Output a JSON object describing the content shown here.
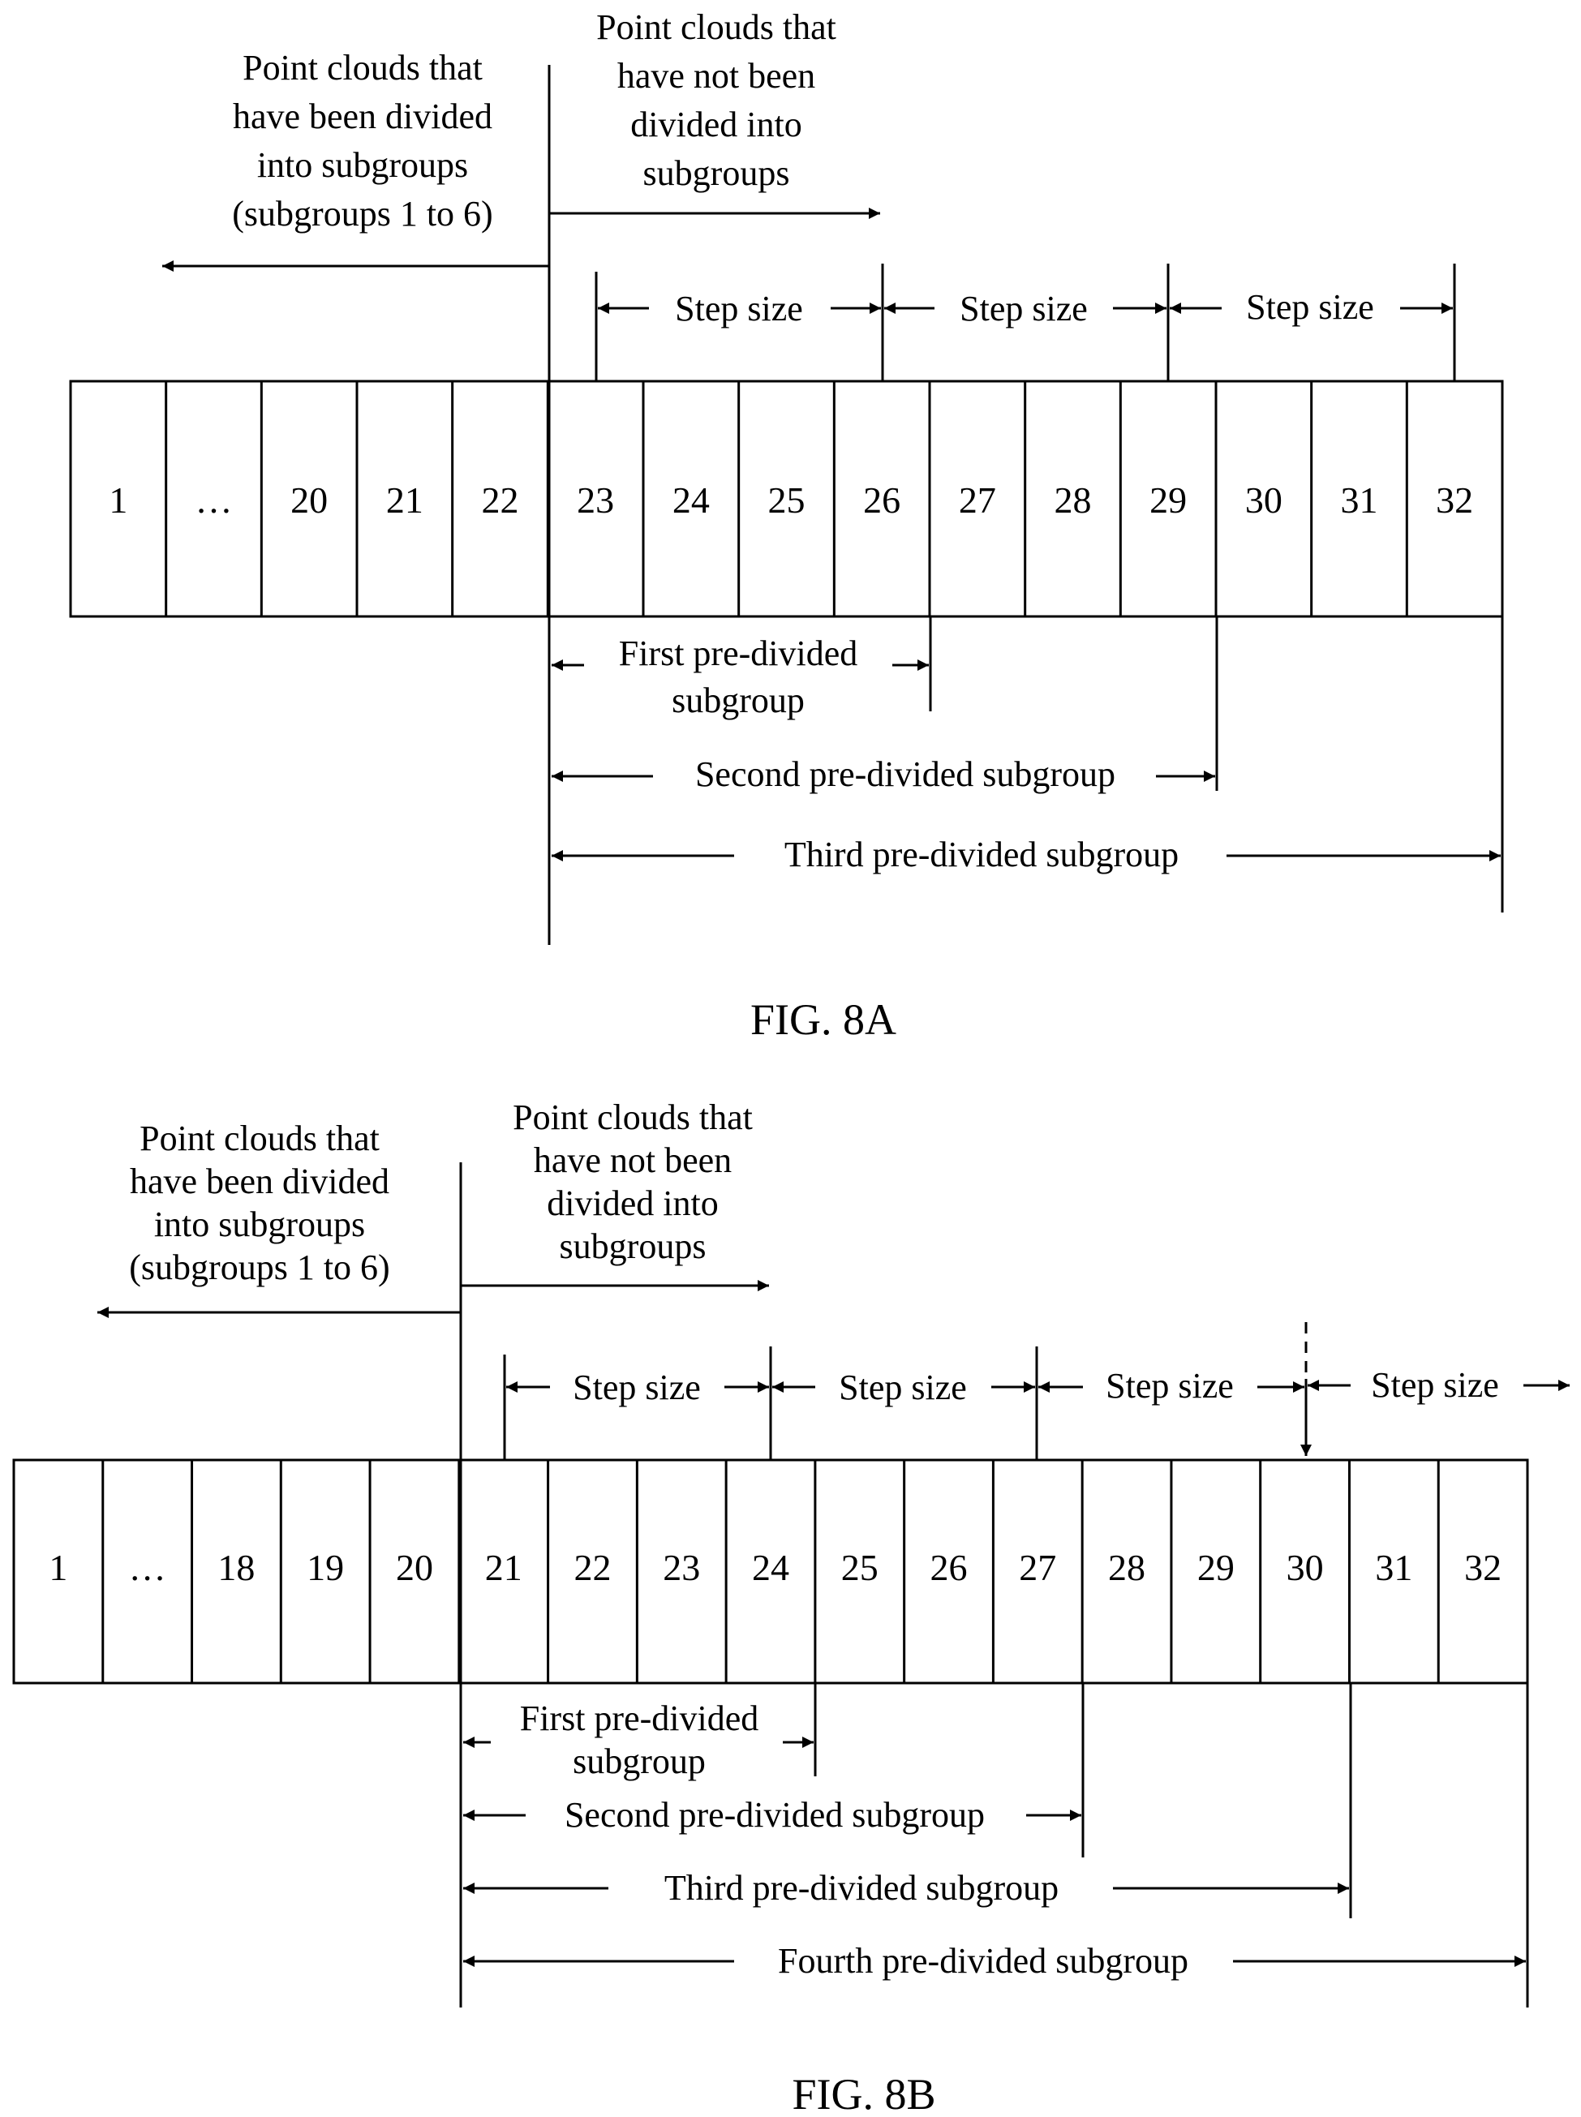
{
  "fig_a": {
    "divided_label": [
      "Point clouds that",
      "have been divided",
      "into subgroups",
      "(subgroups 1 to 6)"
    ],
    "undivided_label": [
      "Point clouds that",
      "have not been",
      "divided into",
      "subgroups"
    ],
    "step_labels": [
      "Step size",
      "Step size",
      "Step size"
    ],
    "cells": [
      "1",
      "…",
      "20",
      "21",
      "22",
      "23",
      "24",
      "25",
      "26",
      "27",
      "28",
      "29",
      "30",
      "31",
      "32"
    ],
    "first_subgroup": [
      "First pre-divided",
      "subgroup"
    ],
    "second_subgroup": "Second pre-divided subgroup",
    "third_subgroup": "Third pre-divided subgroup",
    "caption": "FIG. 8A"
  },
  "fig_b": {
    "divided_label": [
      "Point clouds that",
      "have been divided",
      "into subgroups",
      "(subgroups 1 to 6)"
    ],
    "undivided_label": [
      "Point clouds that",
      "have not been",
      "divided into",
      "subgroups"
    ],
    "step_labels": [
      "Step size",
      "Step size",
      "Step size",
      "Step size"
    ],
    "cells": [
      "1",
      "…",
      "18",
      "19",
      "20",
      "21",
      "22",
      "23",
      "24",
      "25",
      "26",
      "27",
      "28",
      "29",
      "30",
      "31",
      "32"
    ],
    "first_subgroup": [
      "First pre-divided",
      "subgroup"
    ],
    "second_subgroup": "Second pre-divided subgroup",
    "third_subgroup": "Third pre-divided subgroup",
    "fourth_subgroup": "Fourth pre-divided subgroup",
    "caption": "FIG. 8B"
  }
}
